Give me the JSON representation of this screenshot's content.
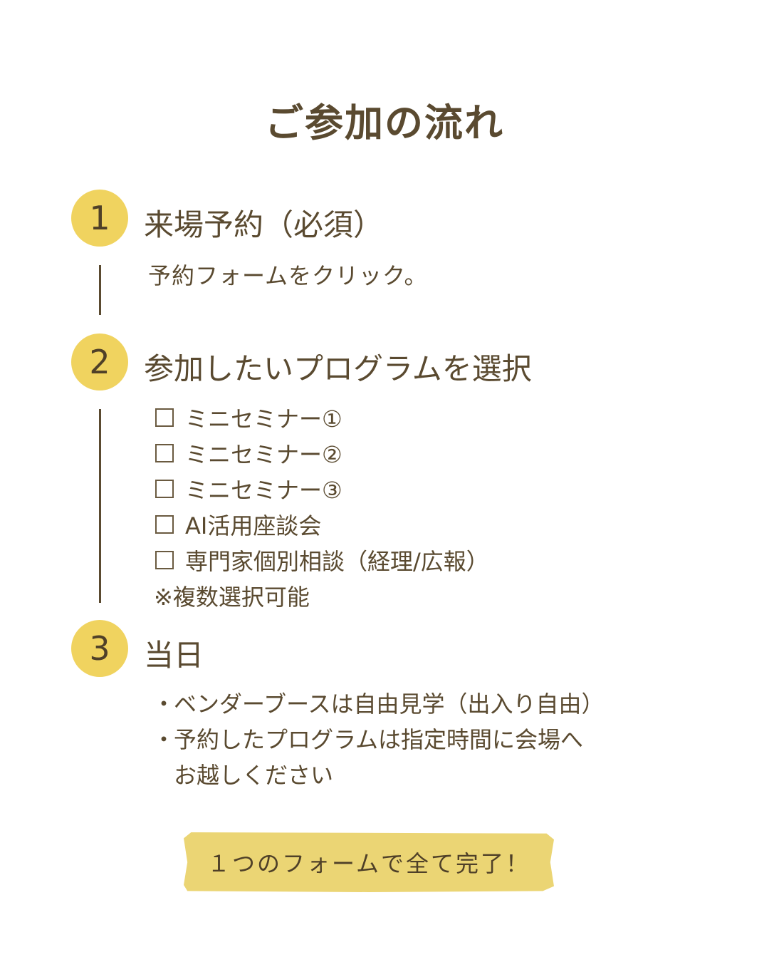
{
  "title": "ご参加の流れ",
  "colors": {
    "accent": "#f0d35f",
    "text": "#5a4a30",
    "banner": "#ebd574"
  },
  "steps": [
    {
      "number": "1",
      "title": "来場予約（必須）",
      "description": "予約フォームをクリック。"
    },
    {
      "number": "2",
      "title": "参加したいプログラムを選択",
      "options": [
        "ミニセミナー①",
        "ミニセミナー②",
        "ミニセミナー③",
        "AI活用座談会",
        "専門家個別相談（経理/広報）"
      ],
      "note": "※複数選択可能"
    },
    {
      "number": "3",
      "title": "当日",
      "bullets": [
        {
          "marker": "・",
          "line1": "ベンダーブースは自由見学（出入り自由）"
        },
        {
          "marker": "・",
          "line1": "予約したプログラムは指定時間に会場へ",
          "line2": "お越しください"
        }
      ]
    }
  ],
  "banner": {
    "text": "１つのフォームで全て完了！"
  }
}
